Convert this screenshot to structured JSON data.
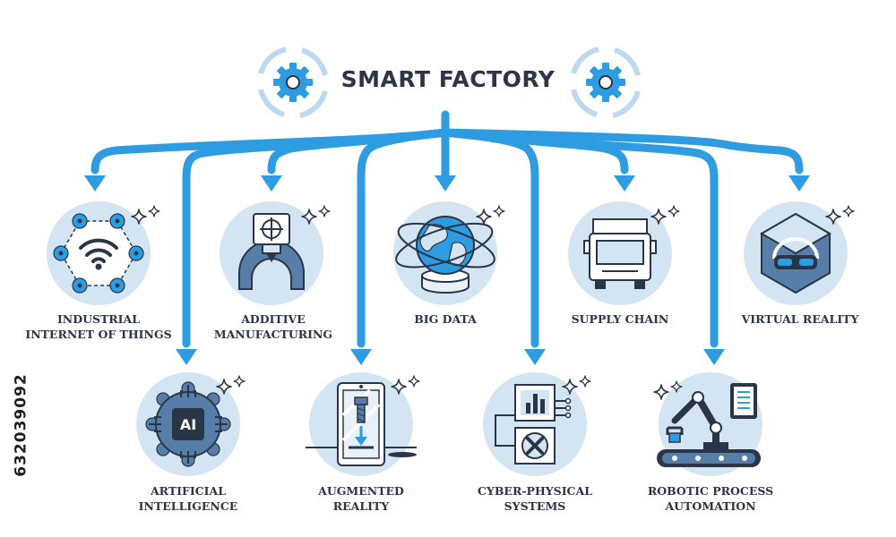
{
  "title": "SMART FACTORY",
  "stock_id": "632039092",
  "colors": {
    "arrow": "#2d9ce0",
    "circle": "#d3e5f3",
    "navy": "#2b3548",
    "mid_blue": "#577ea8",
    "pale": "#e8f1f9"
  },
  "items": [
    {
      "label": "INDUSTRIAL\nINTERNET OF THINGS",
      "icon": "iot-network-icon"
    },
    {
      "label": "ADDITIVE\nMANUFACTURING",
      "icon": "3d-printer-icon"
    },
    {
      "label": "BIG DATA",
      "icon": "globe-icon"
    },
    {
      "label": "SUPPLY CHAIN",
      "icon": "truck-icon"
    },
    {
      "label": "VIRTUAL REALITY",
      "icon": "vr-headset-icon"
    },
    {
      "label": "ARTIFICIAL\nINTELLIGENCE",
      "icon": "ai-chip-icon"
    },
    {
      "label": "AUGMENTED\nREALITY",
      "icon": "ar-phone-icon"
    },
    {
      "label": "CYBER-PHYSICAL\nSYSTEMS",
      "icon": "cyber-physical-icon"
    },
    {
      "label": "ROBOTIC PROCESS\nAUTOMATION",
      "icon": "robot-arm-icon"
    }
  ]
}
